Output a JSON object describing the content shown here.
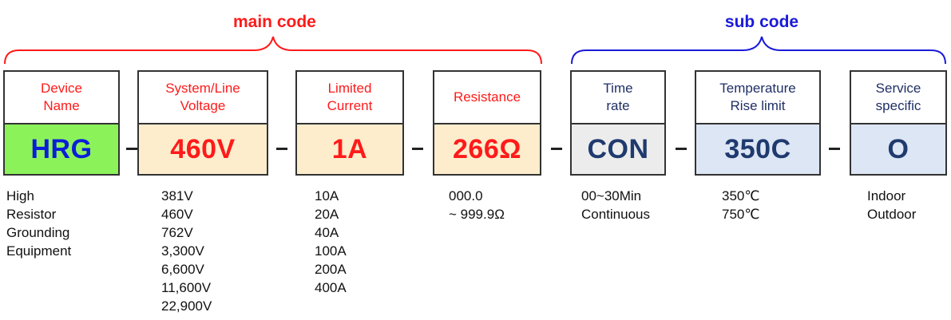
{
  "groups": {
    "main": {
      "label": "main code",
      "color": "#ff1a1a"
    },
    "sub": {
      "label": "sub code",
      "color": "#1a1ad9"
    }
  },
  "blocks": [
    {
      "header_lines": [
        "Device",
        "Name"
      ],
      "code": "HRG",
      "options": [
        "High",
        "Resistor",
        "Grounding",
        "Equipment"
      ]
    },
    {
      "header_lines": [
        "System/Line",
        "Voltage"
      ],
      "code": "460V",
      "options": [
        "381V",
        "460V",
        "762V",
        "3,300V",
        "6,600V",
        "11,600V",
        "22,900V"
      ]
    },
    {
      "header_lines": [
        "Limited",
        "Current"
      ],
      "code": "1A",
      "options": [
        "10A",
        "20A",
        "40A",
        "100A",
        "200A",
        "400A"
      ]
    },
    {
      "header_lines": [
        "Resistance"
      ],
      "code": "266Ω",
      "options": [
        "000.0",
        "~ 999.9Ω"
      ]
    },
    {
      "header_lines": [
        "Time",
        "rate"
      ],
      "code": "CON",
      "options": [
        "00~30Min",
        "Continuous"
      ]
    },
    {
      "header_lines": [
        "Temperature",
        "Rise limit"
      ],
      "code": "350C",
      "options": [
        "350℃",
        "750℃"
      ]
    },
    {
      "header_lines": [
        "Service",
        "specific"
      ],
      "code": "O",
      "options": [
        "Indoor",
        "Outdoor"
      ]
    }
  ],
  "separator": "-",
  "colors": {
    "main_text": "#ff1a1a",
    "sub_text": "#1f3a6e",
    "main_fill": "#fdedcc",
    "sub_fill": "#dce6f4",
    "device_fill": "#8cf25a",
    "device_text": "#0a1ed9",
    "time_fill": "#ececec"
  }
}
